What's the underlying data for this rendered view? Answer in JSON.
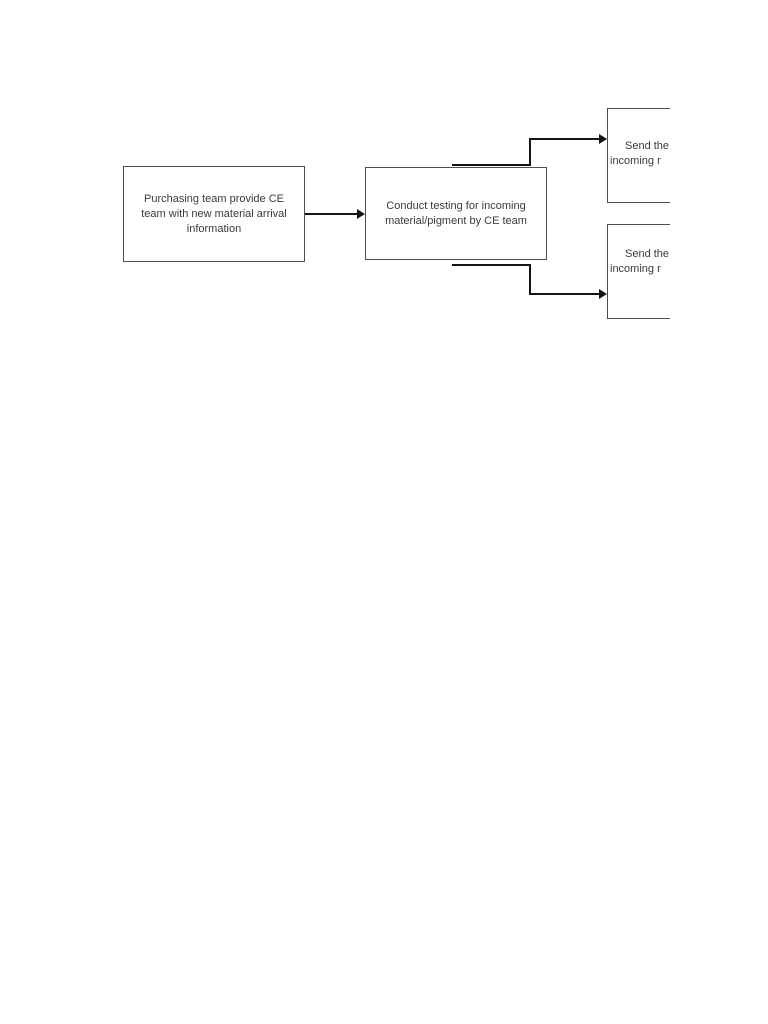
{
  "page": {
    "background": "#ffffff"
  },
  "colors": {
    "box_border": "#4d4d4d",
    "text": "#3a3a3a",
    "connector": "#141414"
  },
  "flowchart": {
    "nodes": {
      "purchasing": {
        "lines": [
          "Purchasing team provide CE",
          "team with new material arrival",
          "information"
        ]
      },
      "conduct_testing": {
        "lines": [
          "Conduct testing for incoming",
          "material/pigment by CE team"
        ]
      },
      "send_top": {
        "lines": [
          "Send the",
          "incoming r"
        ]
      },
      "send_bottom": {
        "lines": [
          "Send the",
          "incoming r"
        ]
      }
    },
    "connectors": [
      {
        "from": "purchasing",
        "to": "conduct_testing",
        "type": "straight-arrow"
      },
      {
        "from": "conduct_testing",
        "to": "send_top",
        "type": "elbow-arrow"
      },
      {
        "from": "conduct_testing",
        "to": "send_bottom",
        "type": "elbow-arrow"
      }
    ]
  }
}
